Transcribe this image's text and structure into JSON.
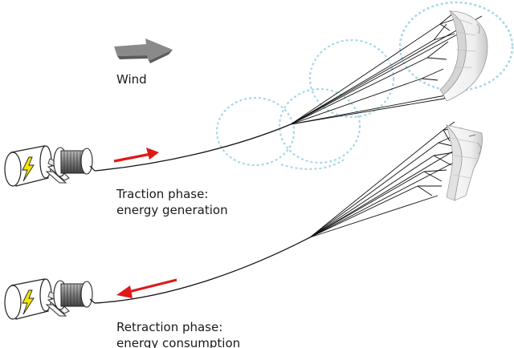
{
  "labels": {
    "wind": "Wind",
    "traction_line1": "Traction phase:",
    "traction_line2": "energy generation",
    "retraction_line1": "Retraction phase:",
    "retraction_line2": "energy consumption"
  },
  "colors": {
    "arrow": "#e01818",
    "wind_arrow": "#8a8a8a",
    "bolt": "#f2e600",
    "trajectory": "#a8d8e6",
    "tether": "#111111",
    "kite_shade": "#d8d8d8"
  },
  "icons": {
    "generator": "generator-icon",
    "winch": "winch-drum-icon",
    "bolt": "lightning-bolt-icon",
    "kite": "kite-wing-icon",
    "wind": "wind-arrow-icon"
  }
}
